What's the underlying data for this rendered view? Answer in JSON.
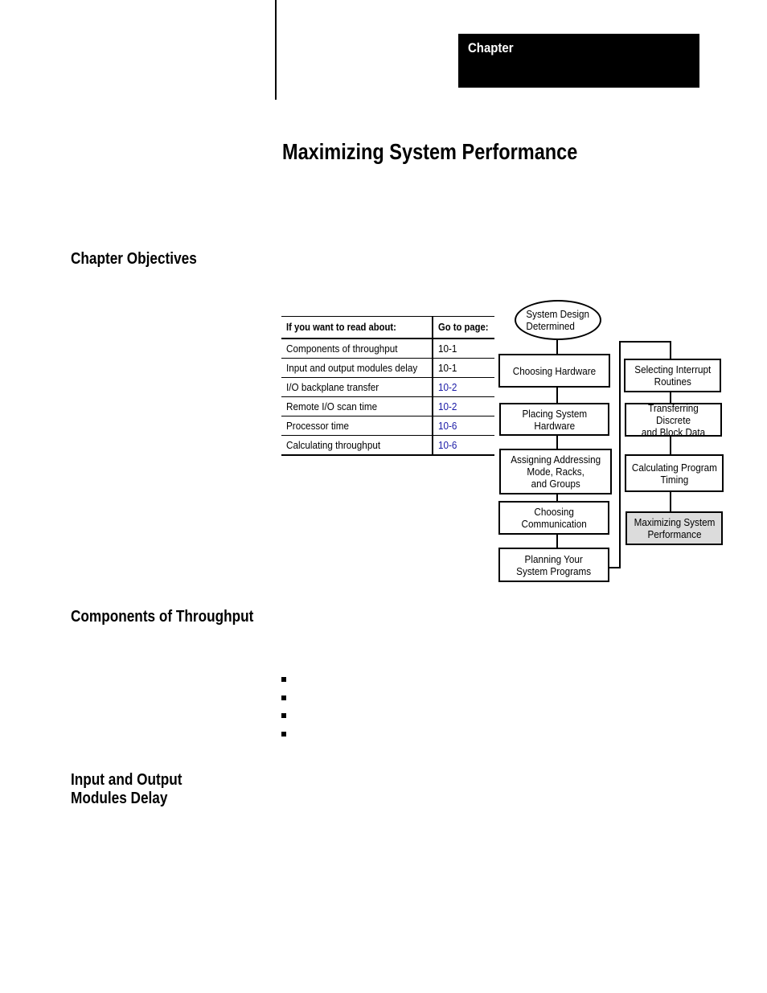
{
  "header": {
    "chapter_label": "Chapter"
  },
  "title": "Maximizing System Performance",
  "sections": {
    "objectives": "Chapter Objectives",
    "components": "Components of Throughput",
    "io_delay_line1": "Input and Output",
    "io_delay_line2": "Modules Delay"
  },
  "objectives_table": {
    "col1_header": "If you want to read about:",
    "col2_header": "Go to page:",
    "rows": [
      {
        "topic": "Components of throughput",
        "page": "10-1"
      },
      {
        "topic": "Input and output modules delay",
        "page": "10-1"
      },
      {
        "topic": "I/O backplane transfer",
        "page": "10-2"
      },
      {
        "topic": "Remote I/O scan time",
        "page": "10-2"
      },
      {
        "topic": "Processor time",
        "page": "10-6"
      },
      {
        "topic": "Calculating throughput",
        "page": "10-6"
      }
    ]
  },
  "flowchart": {
    "start": "System Design\nDetermined",
    "left_column": [
      "Choosing Hardware",
      "Placing System\nHardware",
      "Assigning Addressing\nMode, Racks,\nand Groups",
      "Choosing\nCommunication",
      "Planning Your\nSystem Programs"
    ],
    "right_column": [
      "Selecting Interrupt\nRoutines",
      "Transferring Discrete\nand Block Data",
      "Calculating Program\nTiming",
      "Maximizing System\nPerformance"
    ],
    "highlighted_step": "Maximizing System\nPerformance"
  },
  "colors": {
    "link": "#1a1aa6",
    "highlight_box": "#dcdcdc"
  }
}
